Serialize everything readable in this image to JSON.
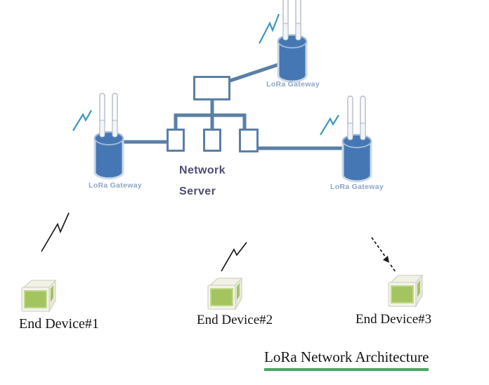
{
  "title": "LoRa Network Architecture",
  "server": {
    "line1": "Network",
    "line2": "Server"
  },
  "gateways": {
    "top": {
      "label": "LoRa Gateway"
    },
    "left": {
      "label": "LoRa Gateway"
    },
    "right": {
      "label": "LoRa Gateway"
    }
  },
  "devices": {
    "d1": {
      "label": "End Device#1"
    },
    "d2": {
      "label": "End Device#2"
    },
    "d3": {
      "label": "End Device#3"
    }
  },
  "colors": {
    "connection_line": "#5b7fa6",
    "gateway_cylinder": "#4577b4",
    "gateway_label_text": "#8fa6c4",
    "server_label_text": "#4d4e73",
    "device_panel_green": "#a3c45e",
    "title_underline_green": "#4aa564",
    "wireless_signal_teal": "#3a9ab8",
    "wireless_signal_black": "#1a1a1a"
  }
}
